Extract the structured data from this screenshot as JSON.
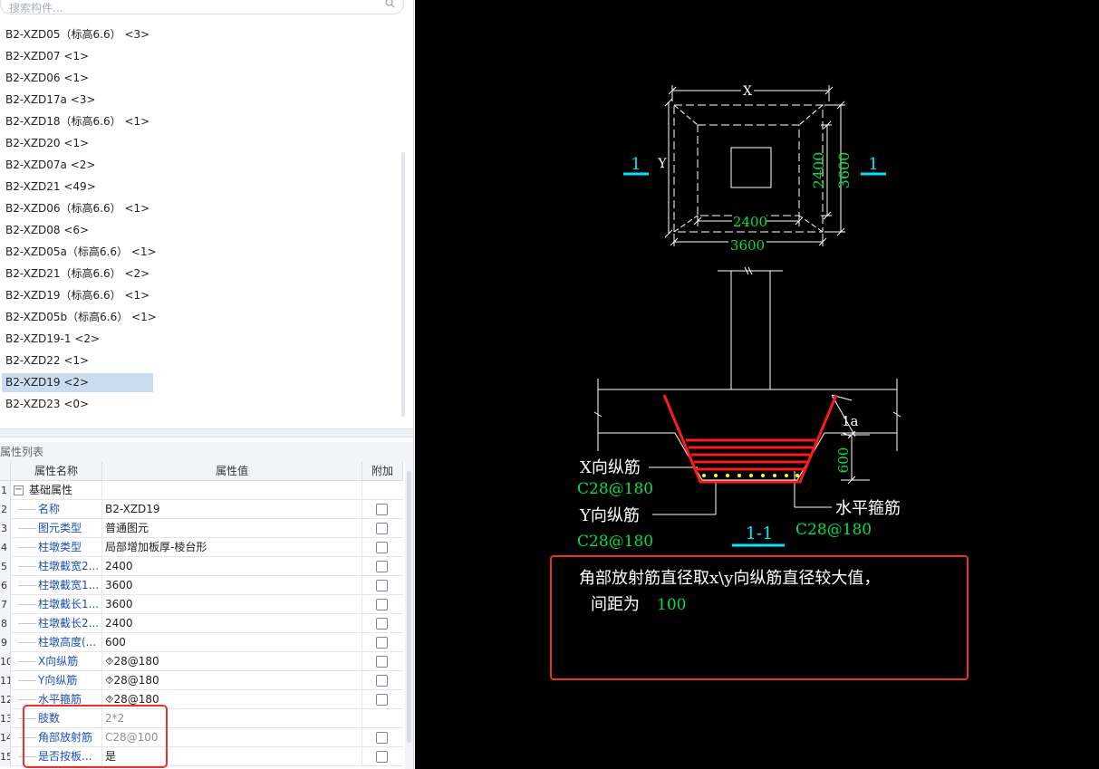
{
  "search": {
    "placeholder": "搜索构件..."
  },
  "list": {
    "items": [
      "B2-XZD05（标高6.6） <3>",
      "B2-XZD07 <1>",
      "B2-XZD06 <1>",
      "B2-XZD17a <3>",
      "B2-XZD18（标高6.6） <1>",
      "B2-XZD20 <1>",
      "B2-XZD07a <2>",
      "B2-XZD21 <49>",
      "B2-XZD06（标高6.6） <1>",
      "B2-XZD08 <6>",
      "B2-XZD05a（标高6.6） <1>",
      "B2-XZD21（标高6.6） <2>",
      "B2-XZD19（标高6.6） <1>",
      "B2-XZD05b（标高6.6） <1>",
      "B2-XZD19-1 <2>",
      "B2-XZD22 <1>",
      "B2-XZD19 <2>",
      "B2-XZD23 <0>"
    ],
    "selected_index": 16
  },
  "props": {
    "title": "属性列表",
    "col_name": "属性名称",
    "col_value": "属性值",
    "col_add": "附加",
    "rows": [
      {
        "num": "1",
        "name": "基础属性",
        "value": "",
        "group": true
      },
      {
        "num": "2",
        "name": "名称",
        "value": "B2-XZD19"
      },
      {
        "num": "3",
        "name": "图元类型",
        "value": "普通图元"
      },
      {
        "num": "4",
        "name": "柱墩类型",
        "value": "局部增加板厚-棱台形"
      },
      {
        "num": "5",
        "name": "柱墩截宽2...",
        "value": "2400"
      },
      {
        "num": "6",
        "name": "柱墩截宽1...",
        "value": "3600"
      },
      {
        "num": "7",
        "name": "柱墩截长1...",
        "value": "3600"
      },
      {
        "num": "8",
        "name": "柱墩截长2...",
        "value": "2400"
      },
      {
        "num": "9",
        "name": "柱墩高度(...",
        "value": "600"
      },
      {
        "num": "10",
        "name": "X向纵筋",
        "value": "⯑28@180"
      },
      {
        "num": "11",
        "name": "Y向纵筋",
        "value": "⯑28@180"
      },
      {
        "num": "12",
        "name": "水平箍筋",
        "value": "⯑28@180"
      },
      {
        "num": "13",
        "name": "肢数",
        "value": "2*2"
      },
      {
        "num": "14",
        "name": "角部放射筋",
        "value": "C28@100"
      },
      {
        "num": "15",
        "name": "是否按板...",
        "value": "是"
      }
    ]
  },
  "drawing": {
    "plan_x": "X",
    "plan_y": "Y",
    "dim_2400_v": "2400",
    "dim_3600_v": "3600",
    "dim_2400_h": "2400",
    "dim_3600_h": "3600",
    "section_mark": "1",
    "la": "1a",
    "dim_600": "600",
    "x_bar": "X向纵筋",
    "x_bar_spec": "C28@180",
    "y_bar": "Y向纵筋",
    "y_bar_spec": "C28@180",
    "hoop": "水平箍筋",
    "hoop_spec": "C28@180",
    "section_title": "1-1",
    "note_line1": "角部放射筋直径取x\\y向纵筋直径较大值，",
    "note_line2": "间距为",
    "note_value": "100"
  },
  "colors": {
    "cad_bg": "#000000",
    "cyan": "#00e5ff",
    "green": "#00e04a",
    "red": "#ff1a1a",
    "yellow": "#ffff00",
    "highlight": "#e8312a"
  }
}
